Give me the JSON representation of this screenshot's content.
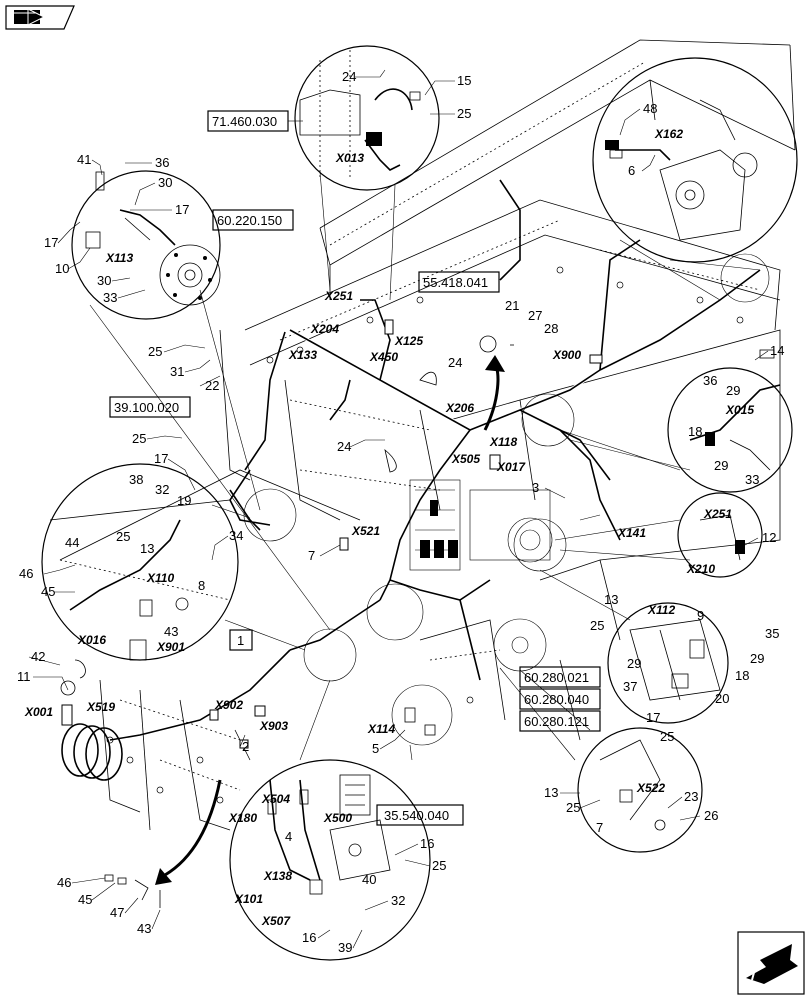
{
  "ref_boxes": [
    "71.460.030",
    "60.220.150",
    "55.418.041",
    "39.100.020",
    "1",
    "60.280.021",
    "60.280.040",
    "60.280.121",
    "35.540.040"
  ],
  "connectors": [
    "X013",
    "X162",
    "X113",
    "X251",
    "X204",
    "X125",
    "X133",
    "X450",
    "X900",
    "X206",
    "X015",
    "X118",
    "X505",
    "X017",
    "X521",
    "X110",
    "X016",
    "X901",
    "X251",
    "X210",
    "X141",
    "X112",
    "X001",
    "X519",
    "X902",
    "X903",
    "X114",
    "X504",
    "X180",
    "X500",
    "X138",
    "X101",
    "X507",
    "X522"
  ],
  "part_numbers": [
    "24",
    "15",
    "25",
    "48",
    "6",
    "41",
    "36",
    "30",
    "17",
    "17",
    "10",
    "30",
    "33",
    "21",
    "27",
    "28",
    "25",
    "31",
    "22",
    "24",
    "14",
    "36",
    "29",
    "18",
    "29",
    "33",
    "25",
    "17",
    "24",
    "38",
    "32",
    "19",
    "44",
    "25",
    "13",
    "46",
    "45",
    "34",
    "8",
    "43",
    "7",
    "3",
    "12",
    "13",
    "9",
    "25",
    "35",
    "29",
    "29",
    "18",
    "37",
    "20",
    "42",
    "11",
    "2",
    "5",
    "17",
    "25",
    "13",
    "25",
    "23",
    "7",
    "26",
    "4",
    "16",
    "25",
    "40",
    "32",
    "16",
    "39",
    "46",
    "45",
    "47",
    "43"
  ]
}
